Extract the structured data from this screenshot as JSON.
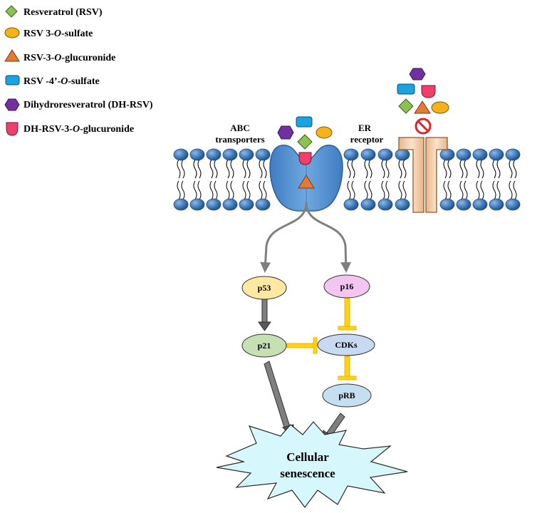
{
  "legend": [
    {
      "label": "Resveratrol (RSV)",
      "shape": "diamond-icon",
      "color": "#8cc252"
    },
    {
      "label_pre": "RSV 3-",
      "label_it": "O",
      "label_post": "-sulfate",
      "shape": "oval-icon",
      "color": "#f5b21a"
    },
    {
      "label_pre": "RSV-3-",
      "label_it": "O",
      "label_post": "-glucuronide",
      "shape": "triangle-icon",
      "color": "#e57a36"
    },
    {
      "label_pre": "RSV -4’-",
      "label_it": "O",
      "label_post": "-sulfate",
      "shape": "rounded-rect-icon",
      "color": "#1aa3e0"
    },
    {
      "label": "Dihydroresveratrol (DH-RSV)",
      "shape": "hexagon-icon",
      "color": "#7030a0"
    },
    {
      "label_pre": "DH-RSV-3-",
      "label_it": "O",
      "label_post": "-glucuronide",
      "shape": "shield-icon",
      "color": "#ee3f6d"
    }
  ],
  "labels": {
    "abc_line1": "ABC",
    "abc_line2": "transporters",
    "er_line1": "ER",
    "er_line2": "receptor"
  },
  "nodes": {
    "p53": "p53",
    "p16": "p16",
    "p21": "p21",
    "cdks": "CDKs",
    "prb": "pRB"
  },
  "outcome": {
    "line1": "Cellular",
    "line2": "senescence"
  },
  "colors": {
    "membrane_head": "#3d78b8",
    "transporter": "#5b9bd5",
    "receptor": "#f5cda5",
    "inhibition": "#ffd21a",
    "activation_arrow": "#7f7f7f",
    "burst_fill": "#d6f7fb",
    "p53": "#fde9a2",
    "p16": "#f3c6f1",
    "p21": "#c6e0b4",
    "cdks": "#c9d9f2",
    "prb": "#c5dff0",
    "no_sign": "#d9262a"
  }
}
